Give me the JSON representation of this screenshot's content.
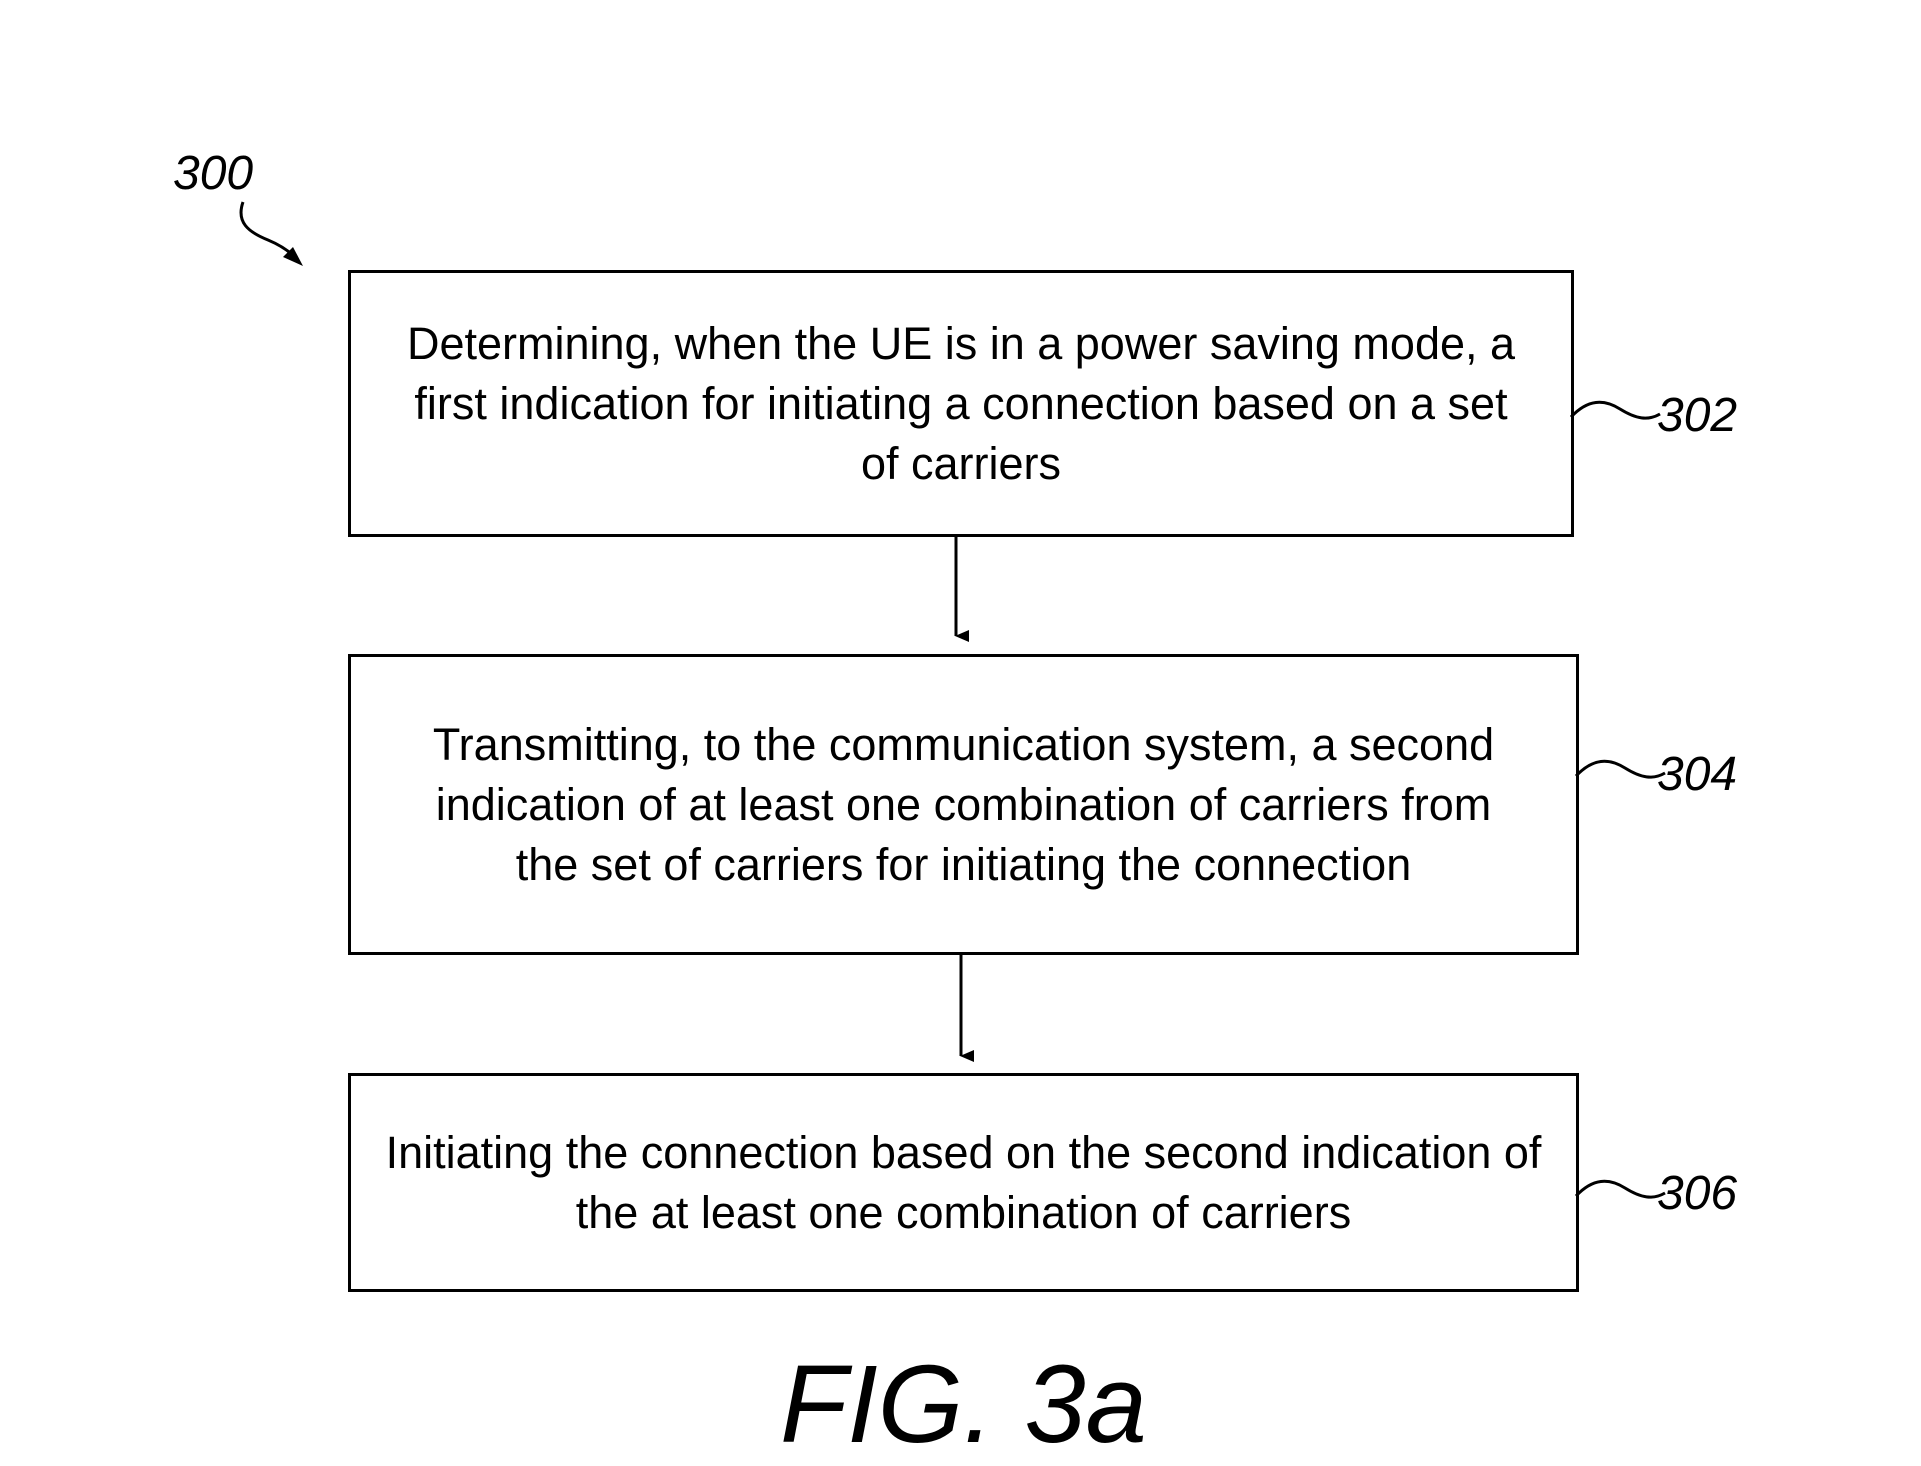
{
  "diagram": {
    "reference": "300",
    "steps": [
      {
        "ref": "302",
        "text": "Determining, when the UE is in a power saving mode, a first indication for initiating a connection based on a set of carriers"
      },
      {
        "ref": "304",
        "text": "Transmitting, to the communication system, a second indication of at least one combination of carriers from the set of carriers for initiating the connection"
      },
      {
        "ref": "306",
        "text": "Initiating the connection based on the second indication of the at least one combination of carriers"
      }
    ],
    "figure_label": "FIG. 3a"
  }
}
